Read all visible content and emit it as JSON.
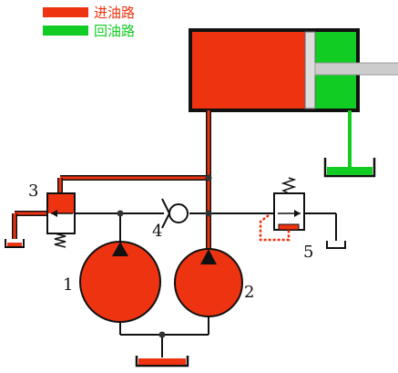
{
  "legend": {
    "supply_label": "进油路",
    "return_label": "回油路"
  },
  "colors": {
    "supply": "#ee3311",
    "return": "#11cc22",
    "line": "#111111"
  },
  "components": {
    "relief_valve_3": "3",
    "check_valve_4": "4",
    "unloading_valve_5": "5",
    "pump_1": "1",
    "pump_2": "2"
  }
}
